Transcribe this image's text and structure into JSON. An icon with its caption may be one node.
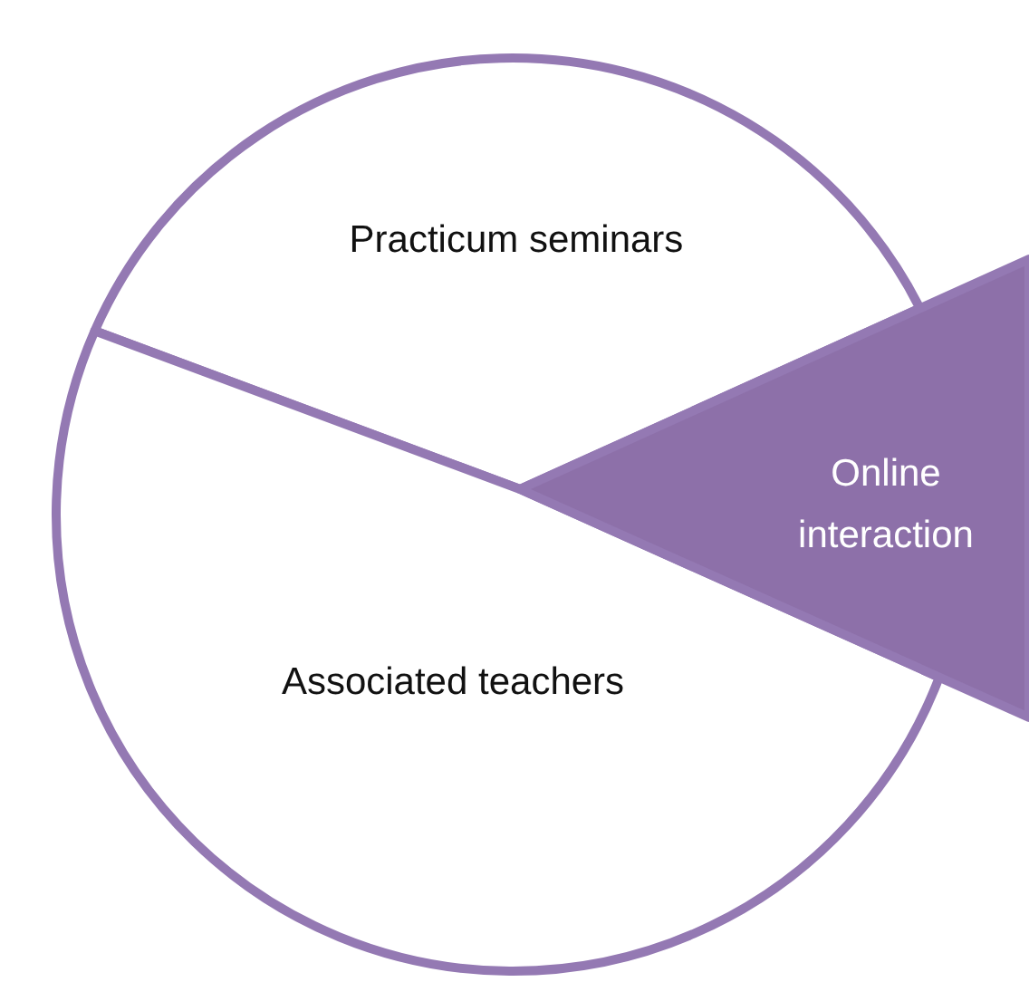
{
  "diagram": {
    "nodes": [
      {
        "text": [
          "Practicum seminars"
        ]
      },
      {
        "text": [
          "Associated teachers"
        ]
      },
      {
        "text": [
          "Online interaction"
        ]
      }
    ]
  }
}
